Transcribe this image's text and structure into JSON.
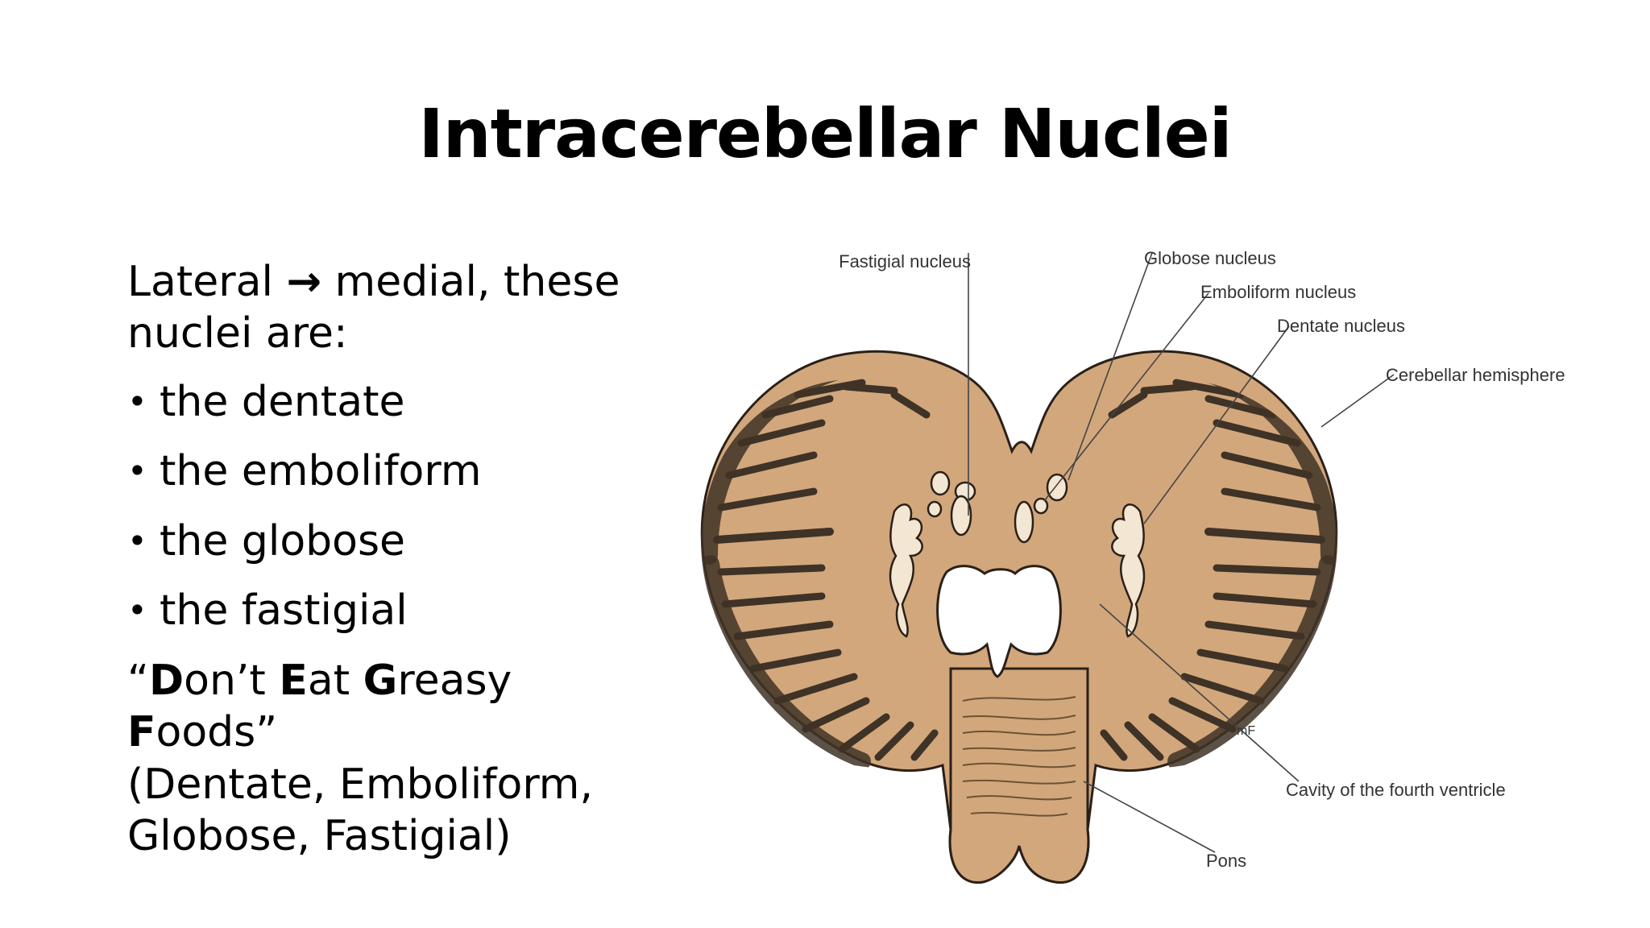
{
  "slide": {
    "title": "Intracerebellar Nuclei"
  },
  "body": {
    "intro_before_arrow": "Lateral",
    "arrow": "→",
    "intro_after_arrow": " medial, these nuclei are:",
    "bullet_char": "•",
    "items": [
      "the dentate",
      "the emboliform",
      "the globose",
      "the fastigial"
    ],
    "mnemonic": {
      "open_quote": "“",
      "parts": [
        {
          "bold": "D",
          "rest": "on’t "
        },
        {
          "bold": "E",
          "rest": "at "
        },
        {
          "bold": "G",
          "rest": "reasy "
        },
        {
          "bold": "F",
          "rest": "oods"
        }
      ],
      "close_quote": "”",
      "expansion": "(Dentate, Emboliform, Globose, Fastigial)"
    }
  },
  "figure": {
    "labels": {
      "fastigial": "Fastigial nucleus",
      "globose": "Globose nucleus",
      "emboliform": "Emboliform nucleus",
      "dentate": "Dentate nucleus",
      "hemisphere": "Cerebellar hemisphere",
      "mf": "mF",
      "cavity": "Cavity of the fourth ventricle",
      "pons": "Pons"
    },
    "colors": {
      "tissue": "#d2a77c",
      "gray_matter": "#3f3226",
      "outline": "#2a2018",
      "nucleus_fill": "#f3e6d2",
      "label_line": "#444444"
    }
  }
}
